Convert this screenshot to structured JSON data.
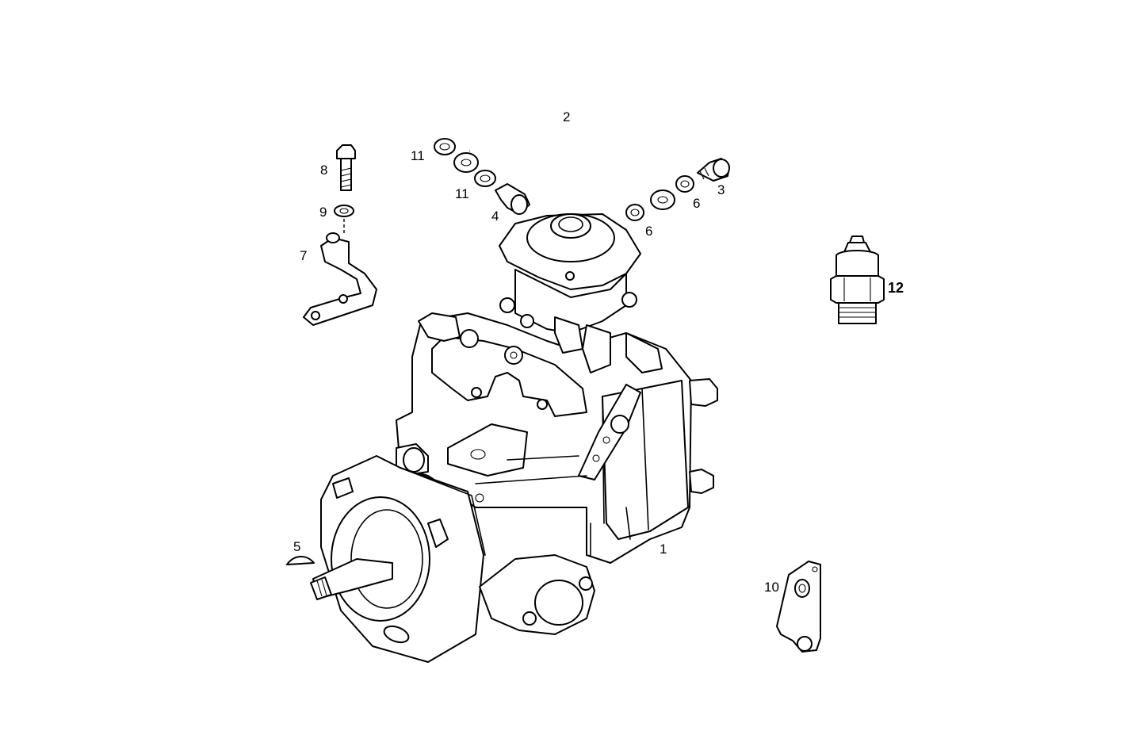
{
  "callouts": {
    "c1": "1",
    "c2": "2",
    "c3": "3",
    "c4": "4",
    "c5": "5",
    "c6a": "6",
    "c6b": "6",
    "c7": "7",
    "c8": "8",
    "c9": "9",
    "c10": "10",
    "c11a": "11",
    "c11b": "11",
    "c12": "12"
  }
}
